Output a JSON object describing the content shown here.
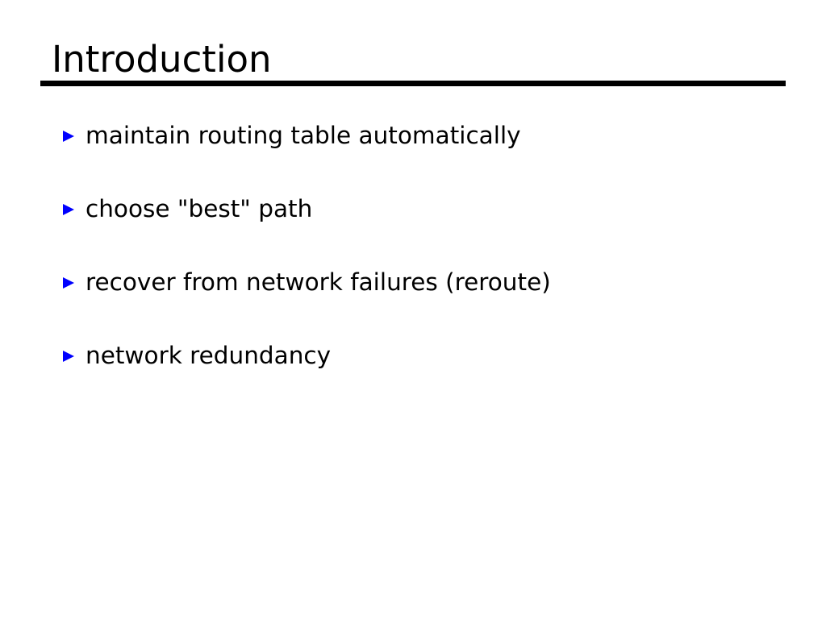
{
  "slide": {
    "title": "Introduction",
    "background_color": "#ffffff",
    "title_color": "#000000",
    "rule_color": "#000000",
    "bullet_color": "#0000ff",
    "text_color": "#000000",
    "bullet_glyph": "triangle-right",
    "items": [
      {
        "text": "maintain routing table automatically"
      },
      {
        "text": "choose \"best\" path"
      },
      {
        "text": "recover from network failures (reroute)"
      },
      {
        "text": "network redundancy"
      }
    ]
  }
}
